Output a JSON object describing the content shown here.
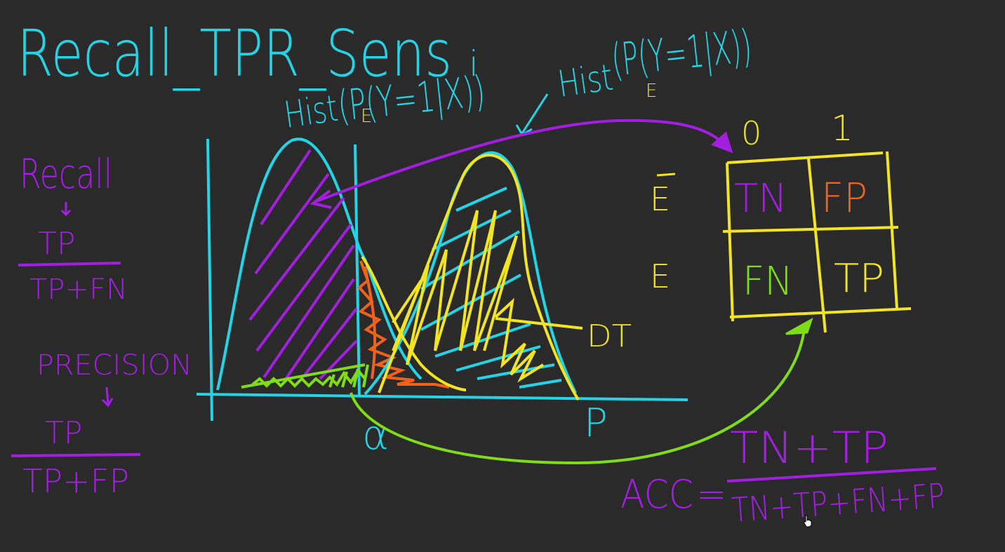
{
  "title": "Recall_TPR_Sens",
  "title_suffix": "i",
  "colors": {
    "background": "#2a2a2a",
    "cyan": "#22d4e6",
    "yellow": "#f2e422",
    "purple": "#a21fe0",
    "orange": "#f2611a",
    "green": "#7fdc16"
  },
  "recall": {
    "label": "Recall",
    "numerator": "TP",
    "denominator": "TP+FN"
  },
  "precision": {
    "label": "PRECISION",
    "numerator": "TP",
    "denominator": "TP+FP"
  },
  "histograms": {
    "left_label_prefix": "Hist",
    "left_label": "(P(Y=1|X))",
    "left_subscript": "E",
    "right_label_prefix": "Hist",
    "right_label": "(P(Y=1|X))",
    "right_subscript": "E",
    "threshold_label": "α",
    "axis_label": "P",
    "overlap_label": "DT"
  },
  "confusion_matrix": {
    "col_headers": [
      "0",
      "1"
    ],
    "row_headers": [
      "E",
      "E"
    ],
    "cells": [
      [
        "TN",
        "FP"
      ],
      [
        "FN",
        "TP"
      ]
    ]
  },
  "accuracy": {
    "label": "ACC",
    "equals": "=",
    "numerator": "TN+TP",
    "denominator": "TN+TP+FN+FP"
  }
}
